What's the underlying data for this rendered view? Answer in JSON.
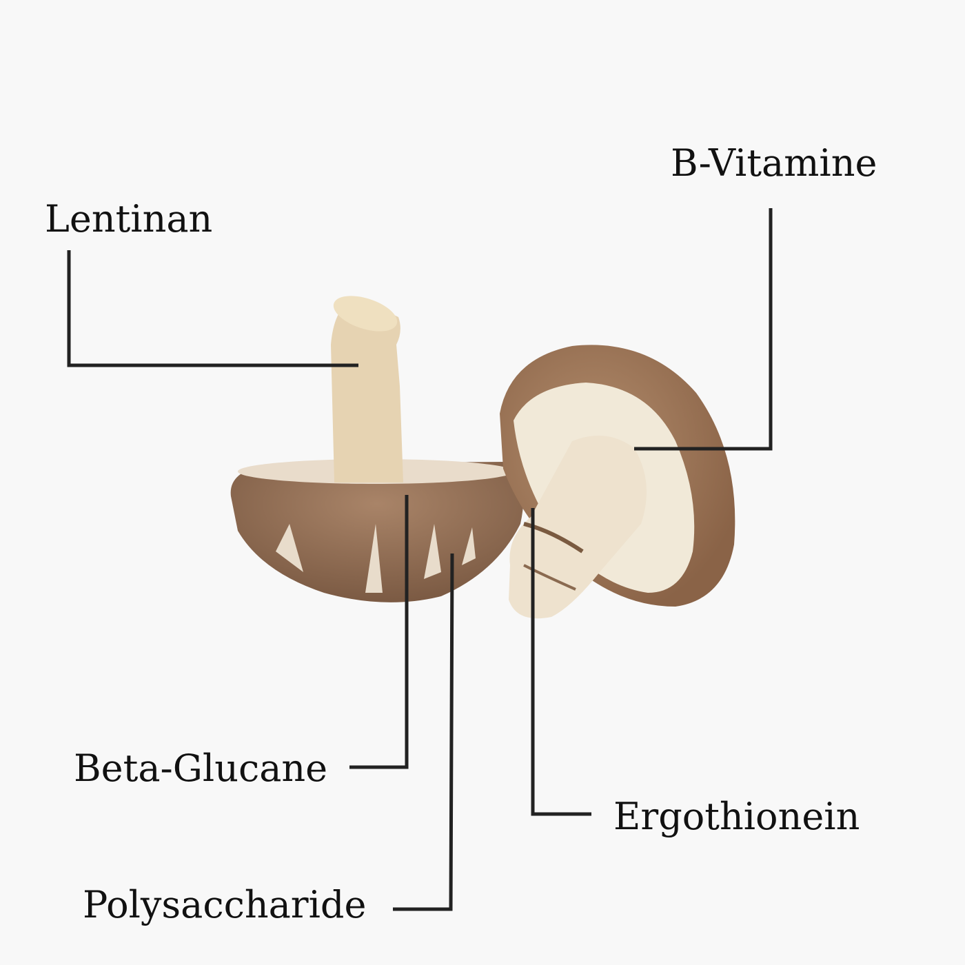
{
  "labels": {
    "lentinan": "Lentinan",
    "b_vitamine": "B-Vitamine",
    "beta_glucane": "Beta-Glucane",
    "polysaccharide": "Polysaccharide",
    "ergothionein": "Ergothionein"
  },
  "colors": {
    "background": "#f8f8f8",
    "line": "#222222",
    "cap_brown": "#9a7457",
    "gill_cream": "#efe6d6",
    "stem": "#e8d6b8"
  }
}
